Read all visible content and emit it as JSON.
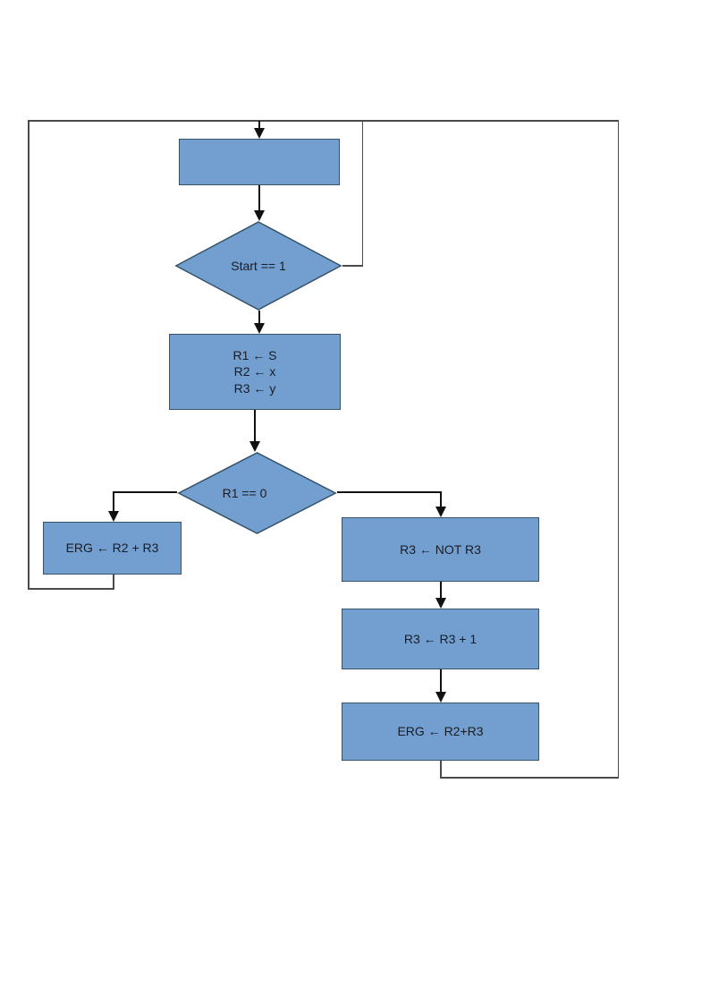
{
  "diagram": {
    "type": "flowchart",
    "nodes": {
      "process_empty": {
        "label": ""
      },
      "decision_start": {
        "label": "Start == 1"
      },
      "process_init": {
        "lines": [
          "R1 ← S",
          "R2 ← x",
          "R3 ← y"
        ]
      },
      "decision_r1_zero": {
        "label": "R1 == 0"
      },
      "process_erg_sum_left": {
        "label": "ERG ← R2 + R3"
      },
      "process_not": {
        "label": "R3 ← NOT R3"
      },
      "process_increment": {
        "label": "R3 ← R3 + 1"
      },
      "process_erg_sum_right": {
        "label": "ERG ← R2+R3"
      }
    },
    "colors": {
      "shape_fill": "#729fcf",
      "shape_border": "#355269",
      "text": "#1b1b24",
      "loop_line": "#4a4a4a",
      "connector_line": "#111111"
    }
  }
}
